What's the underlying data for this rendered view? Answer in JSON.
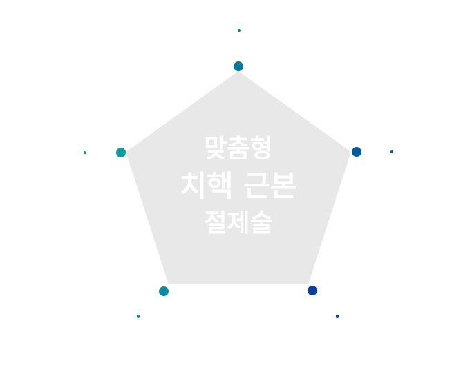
{
  "center_label": {
    "line1": "맞춤형",
    "line2": "치핵 근본",
    "line3": "절제술"
  },
  "colors": {
    "pentagon_fill": "#e8e8e8",
    "center_text": "#ffffff",
    "node_top": "#06789b",
    "node_right": "#005a9c",
    "node_bottom_right": "#0a3f9e",
    "node_bottom_left": "#0a8aa1",
    "node_left": "#0e9d9a"
  }
}
